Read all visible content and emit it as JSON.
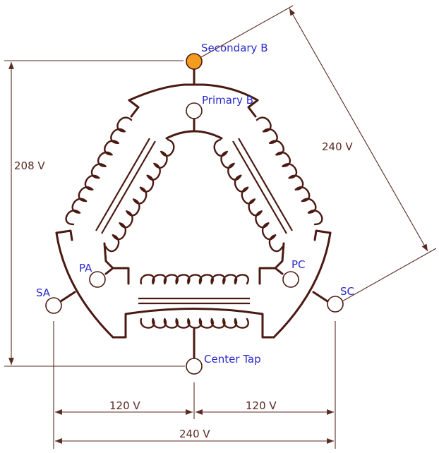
{
  "colors": {
    "wire": "#4a1a12",
    "label_blue": "#2a2ac8",
    "label_brown": "#5a2a22",
    "secondary_b_terminal": "#f39c1e"
  },
  "labels": {
    "secondary_b": "Secondary B",
    "primary_b": "Primary B",
    "pa": "PA",
    "pc": "PC",
    "sa": "SA",
    "sc": "SC",
    "center_tap": "Center Tap"
  },
  "dimensions": {
    "left_vertical": "208 V",
    "diagonal": "240 V",
    "bottom_left": "120 V",
    "bottom_right": "120 V",
    "bottom_total": "240 V"
  }
}
